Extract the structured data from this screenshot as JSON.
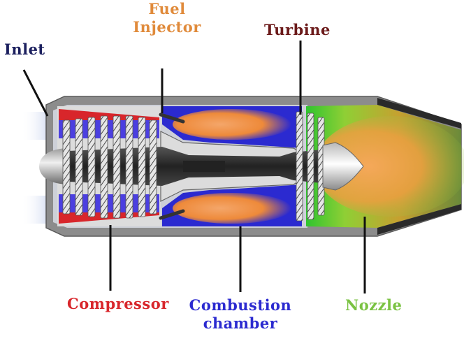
{
  "labels": {
    "inlet": "Inlet",
    "fuel_injector_line1": "Fuel",
    "fuel_injector_line2": "Injector",
    "turbine": "Turbine",
    "compressor": "Compressor",
    "combustion_line1": "Combustion",
    "combustion_line2": "chamber",
    "nozzle": "Nozzle"
  },
  "colors": {
    "inlet": "#1b1f5e",
    "fuel_injector": "#e08a3a",
    "turbine": "#6b1a1a",
    "compressor": "#d8262b",
    "combustion": "#2b2ad0",
    "nozzle": "#7ac242"
  }
}
